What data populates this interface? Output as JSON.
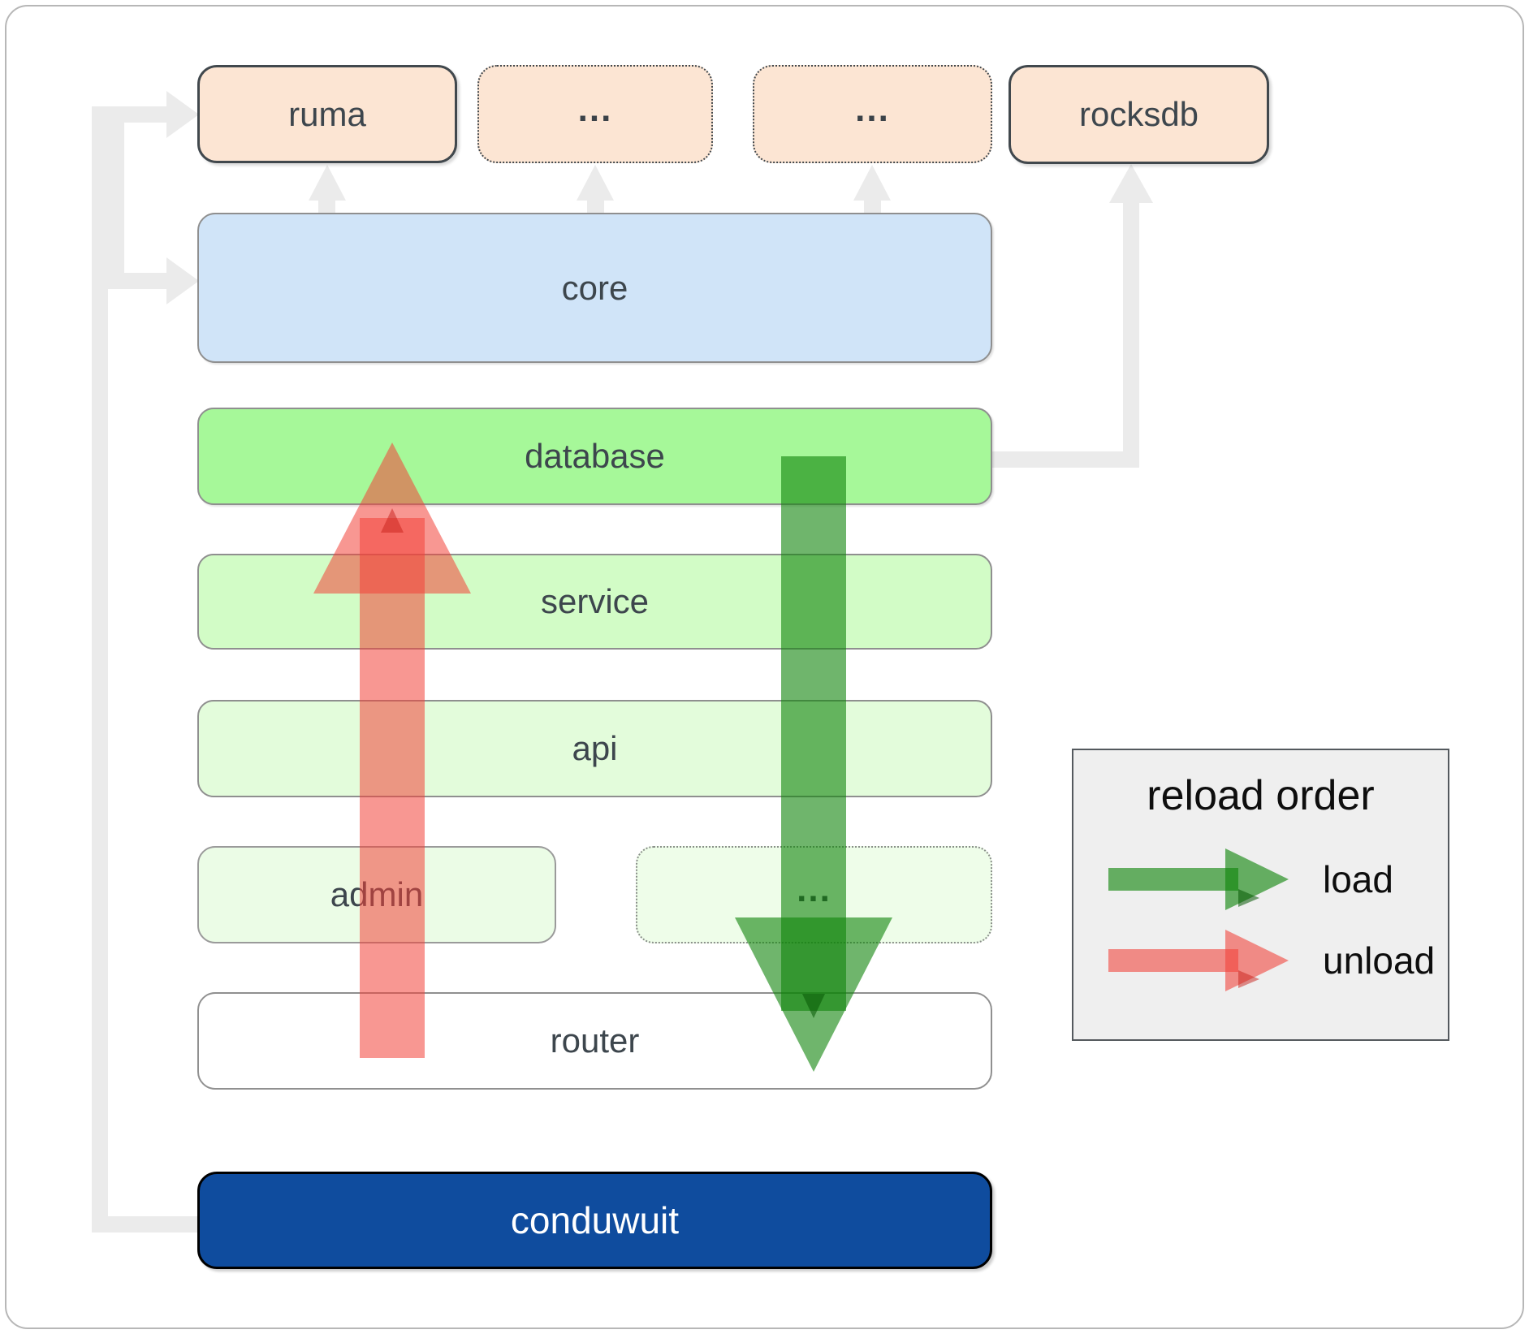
{
  "diagram": {
    "top_row": [
      {
        "id": "ruma",
        "label": "ruma",
        "border": "solid"
      },
      {
        "id": "module-ellipsis-1",
        "label": "...",
        "border": "dotted"
      },
      {
        "id": "module-ellipsis-2",
        "label": "...",
        "border": "dotted"
      },
      {
        "id": "rocksdb",
        "label": "rocksdb",
        "border": "solid"
      }
    ],
    "layers": [
      {
        "id": "core",
        "label": "core"
      },
      {
        "id": "database",
        "label": "database"
      },
      {
        "id": "service",
        "label": "service"
      },
      {
        "id": "api",
        "label": "api"
      },
      {
        "id": "admin",
        "label": "admin"
      },
      {
        "id": "layer-ellipsis",
        "label": "..."
      },
      {
        "id": "router",
        "label": "router"
      },
      {
        "id": "conduwuit",
        "label": "conduwuit"
      }
    ],
    "flows": [
      {
        "name": "load",
        "color": "#0f840a",
        "direction": "down"
      },
      {
        "name": "unload",
        "color": "#f2423c",
        "direction": "up"
      }
    ],
    "legend": {
      "title": "reload order",
      "items": [
        {
          "label": "load",
          "color": "#0f840a"
        },
        {
          "label": "unload",
          "color": "#f2423c"
        }
      ]
    },
    "colors": {
      "module_fill": "#fce5d3",
      "core_fill": "#d0e4f8",
      "database_fill": "#a6f899",
      "service_fill": "#d2fcc6",
      "api_fill": "#e3fcdb",
      "admin_fill": "#ebfce6",
      "router_fill": "#ffffff",
      "conduwuit_fill": "#0f4c9e",
      "connector_gray": "#ebebeb",
      "legend_fill": "#efefef"
    }
  }
}
